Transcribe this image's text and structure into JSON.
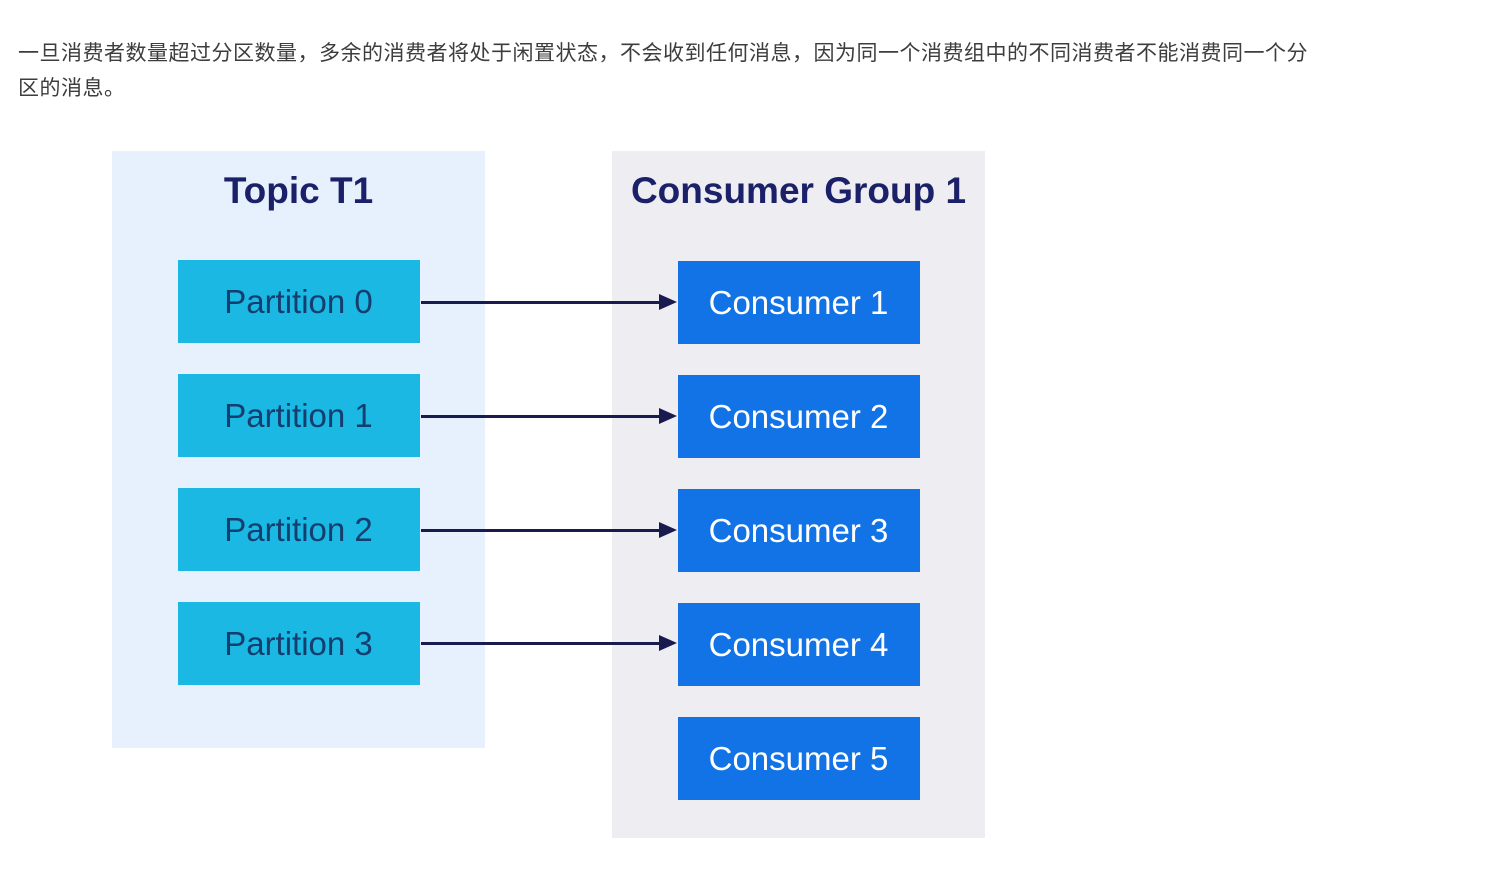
{
  "page": {
    "paragraph": {
      "line1": "一旦消费者数量超过分区数量，多余的消费者将处于闲置状态，不会收到任何消息，因为同一个消费组中的不同消费者不能消费同一个分",
      "line2": "区的消息。"
    }
  },
  "diagram": {
    "topic": {
      "title": "Topic T1",
      "partitions": [
        "Partition 0",
        "Partition 1",
        "Partition 2",
        "Partition 3"
      ]
    },
    "consumer_group": {
      "title": "Consumer Group 1",
      "consumers": [
        "Consumer 1",
        "Consumer 2",
        "Consumer 3",
        "Consumer 4",
        "Consumer 5"
      ]
    },
    "connections": [
      {
        "from": "Partition 0",
        "to": "Consumer 1"
      },
      {
        "from": "Partition 1",
        "to": "Consumer 2"
      },
      {
        "from": "Partition 2",
        "to": "Consumer 3"
      },
      {
        "from": "Partition 3",
        "to": "Consumer 4"
      }
    ],
    "idle_consumers": [
      "Consumer 5"
    ]
  },
  "colors": {
    "page_bg": "#ffffff",
    "paragraph_text": "#3d3d3d",
    "topic_panel_bg": "#e7f1fd",
    "consumer_panel_bg": "#eeedf2",
    "partition_box": "#1ab8e3",
    "partition_text": "#133e6e",
    "consumer_box": "#1273e6",
    "consumer_text": "#ffffff",
    "title_text": "#1b2168",
    "arrow": "#191b4f"
  }
}
